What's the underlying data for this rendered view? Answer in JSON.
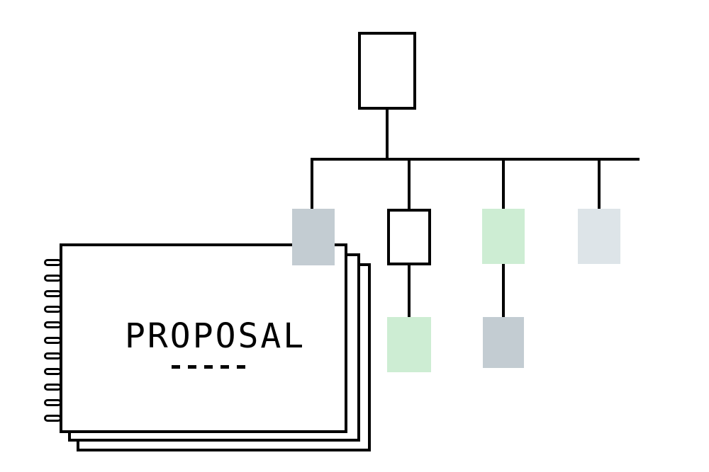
{
  "notebook": {
    "title": "PROPOSAL",
    "page_count": 3,
    "ring_count": 11,
    "dash_count": 5
  },
  "org_chart": {
    "root": {
      "style": "outlined-white"
    },
    "level1": [
      {
        "style": "solid-gray"
      },
      {
        "style": "outlined-white"
      },
      {
        "style": "solid-green"
      },
      {
        "style": "solid-light-gray"
      }
    ],
    "level2": [
      {
        "parent_index": 1,
        "style": "solid-green"
      },
      {
        "parent_index": 2,
        "style": "solid-gray"
      }
    ]
  },
  "palette": {
    "ink": "#000000",
    "paper": "#ffffff",
    "gray": "#c3ccd2",
    "green": "#cdedd3",
    "light_gray": "#dde4e8"
  }
}
